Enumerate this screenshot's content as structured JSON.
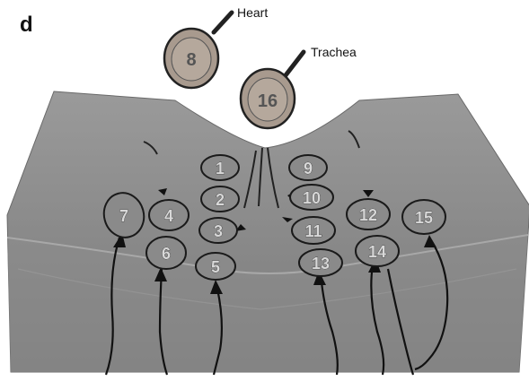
{
  "panel_label": "d",
  "callouts": {
    "heart": "Heart",
    "trachea": "Trachea"
  },
  "sensors": {
    "heart": "8",
    "trachea": "16",
    "s1": "1",
    "s2": "2",
    "s3": "3",
    "s4": "4",
    "s5": "5",
    "s6": "6",
    "s7": "7",
    "s9": "9",
    "s10": "10",
    "s11": "11",
    "s12": "12",
    "s13": "13",
    "s14": "14",
    "s15": "15"
  },
  "colors": {
    "torso": "#8c8c8c",
    "torso_dark": "#6e6e6e",
    "sensor_fill": "#8a8a8a",
    "big_sensor_fill": "#a89a8e",
    "outline": "#1a1a1a"
  }
}
